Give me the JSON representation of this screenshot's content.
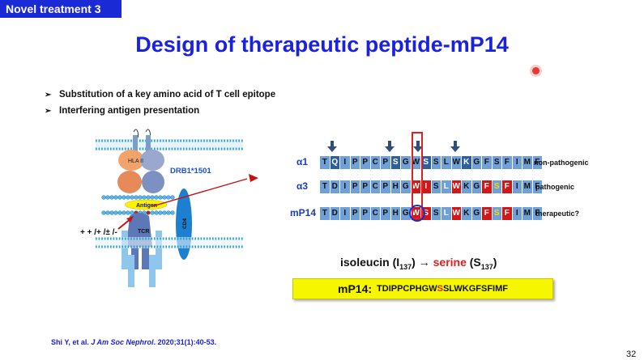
{
  "slide": {
    "tag": "Novel treatment 3",
    "title": "Design of therapeutic peptide-mP14",
    "page_number": "32"
  },
  "bullets": [
    "Substitution of a key amino acid of T cell epitope",
    "Interfering antigen presentation"
  ],
  "diagram": {
    "allele_label": "DRB1*1501",
    "hla_label": "HLA II",
    "antigen_label": "Antigen",
    "tcr_label": "TCR",
    "cd4_label": "CD4",
    "genotype_label": "+ + /+ /± /-"
  },
  "sequences": [
    {
      "label": "α1",
      "desc": "non-pathogenic",
      "cells": [
        "T",
        "Q",
        "I",
        "P",
        "P",
        "C",
        "P",
        "S",
        "G",
        "W",
        "S",
        "S",
        "L",
        "W",
        "K",
        "G",
        "F",
        "S",
        "F",
        "I",
        "M",
        "F"
      ]
    },
    {
      "label": "α3",
      "desc": "pathogenic",
      "cells": [
        "T",
        "D",
        "I",
        "P",
        "P",
        "C",
        "P",
        "H",
        "G",
        "W",
        "I",
        "S",
        "L",
        "W",
        "K",
        "G",
        "F",
        "S",
        "F",
        "I",
        "M",
        "F"
      ]
    },
    {
      "label": "mP14",
      "desc": "therapeutic?",
      "cells": [
        "T",
        "D",
        "I",
        "P",
        "P",
        "C",
        "P",
        "H",
        "G",
        "W",
        "S",
        "S",
        "L",
        "W",
        "K",
        "G",
        "F",
        "S",
        "F",
        "I",
        "M",
        "F"
      ]
    }
  ],
  "substitution": {
    "from": "isoleucin",
    "from_code": "(I",
    "from_sub": "137",
    "arrow": "→",
    "to": "serine",
    "to_code": "(S",
    "to_sub": "137",
    "close": ")"
  },
  "mp14": {
    "label": "mP14:",
    "seq_before": "TDIPPCPHGW",
    "seq_sub": "S",
    "seq_after": "SLWKGFSFIMF"
  },
  "reference": {
    "authors": "Shi Y, et al.",
    "journal": "J Am Soc Nephrol",
    "details": ". 2020;31(1):40-53."
  }
}
